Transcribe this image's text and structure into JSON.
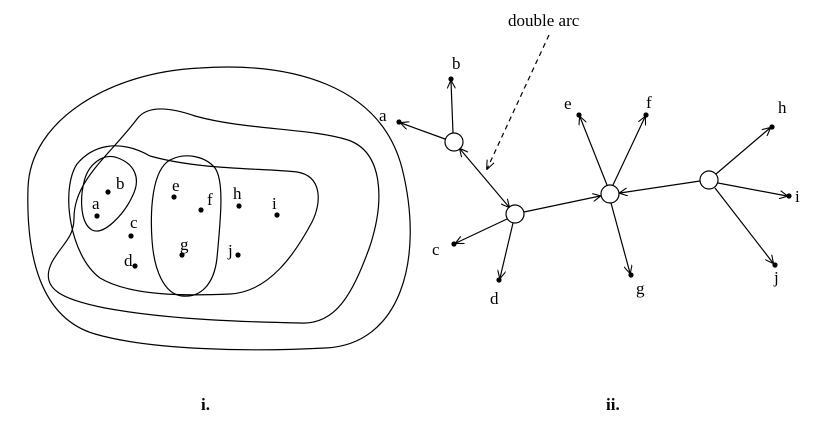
{
  "figure_i": {
    "caption": "i.",
    "points": [
      {
        "label": "a"
      },
      {
        "label": "b"
      },
      {
        "label": "c"
      },
      {
        "label": "d"
      },
      {
        "label": "e"
      },
      {
        "label": "f"
      },
      {
        "label": "g"
      },
      {
        "label": "h"
      },
      {
        "label": "i"
      },
      {
        "label": "j"
      }
    ]
  },
  "figure_ii": {
    "caption": "ii.",
    "annotation": "double arc",
    "leaves": [
      {
        "label": "a"
      },
      {
        "label": "b"
      },
      {
        "label": "c"
      },
      {
        "label": "d"
      },
      {
        "label": "e"
      },
      {
        "label": "f"
      },
      {
        "label": "g"
      },
      {
        "label": "h"
      },
      {
        "label": "i"
      },
      {
        "label": "j"
      }
    ]
  }
}
